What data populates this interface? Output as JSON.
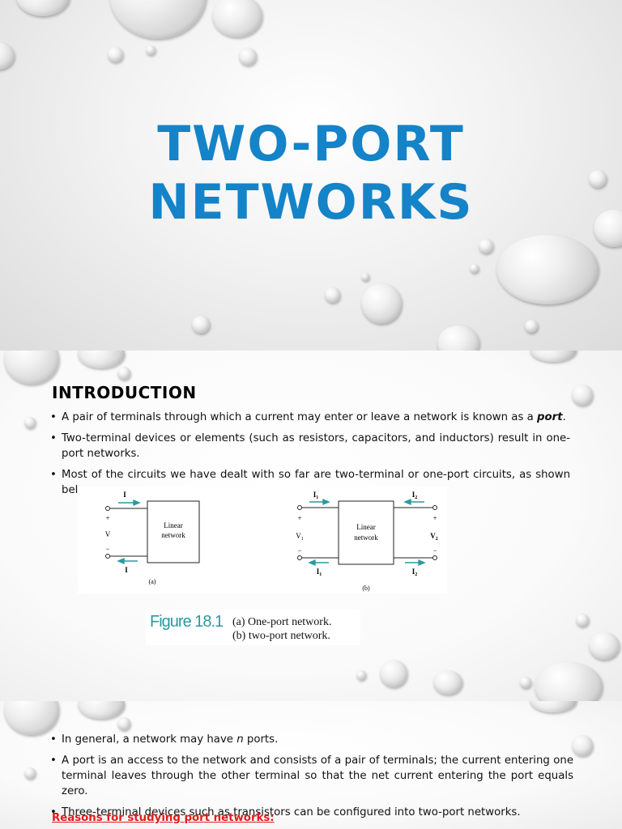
{
  "title_slide": {
    "title": "TWO-PORT NETWORKS"
  },
  "intro_slide": {
    "heading": "INTRODUCTION",
    "bullet1_pre": "A pair of terminals through which a current may enter or leave a network is known as a ",
    "bullet1_em": "port",
    "bullet1_post": ".",
    "bullet2": "Two-terminal devices or elements (such as resistors, capacitors, and inductors) result in one-port networks.",
    "bullet3": "Most of the circuits we have dealt with so far are two-terminal or one-port circuits, as shown bel",
    "figure": {
      "a_label": "(a)",
      "b_label": "(b)",
      "box_a": [
        "Linear",
        "network"
      ],
      "box_b": [
        "Linear",
        "network"
      ],
      "I": "I",
      "V": "V",
      "I1": "I",
      "I2": "I",
      "V1": "V",
      "V2": "V",
      "sub1": "1",
      "sub2": "2",
      "plus": "+",
      "minus": "−",
      "caption_number": "Figure 18.1",
      "caption_a": "(a) One-port network.",
      "caption_b": "(b) two-port network."
    }
  },
  "ports_slide": {
    "bullet1_pre": "In general, a network may have ",
    "bullet1_em": "n",
    "bullet1_post": " ports.",
    "bullet2": "A port is an access to the network and consists of a pair of terminals; the current entering one terminal leaves through the other terminal so that the net current entering the port equals zero.",
    "bullet3": "Three-terminal devices such as transistors can be configured into two-port networks.",
    "reasons_heading": "Reasons for studying port networks:"
  }
}
